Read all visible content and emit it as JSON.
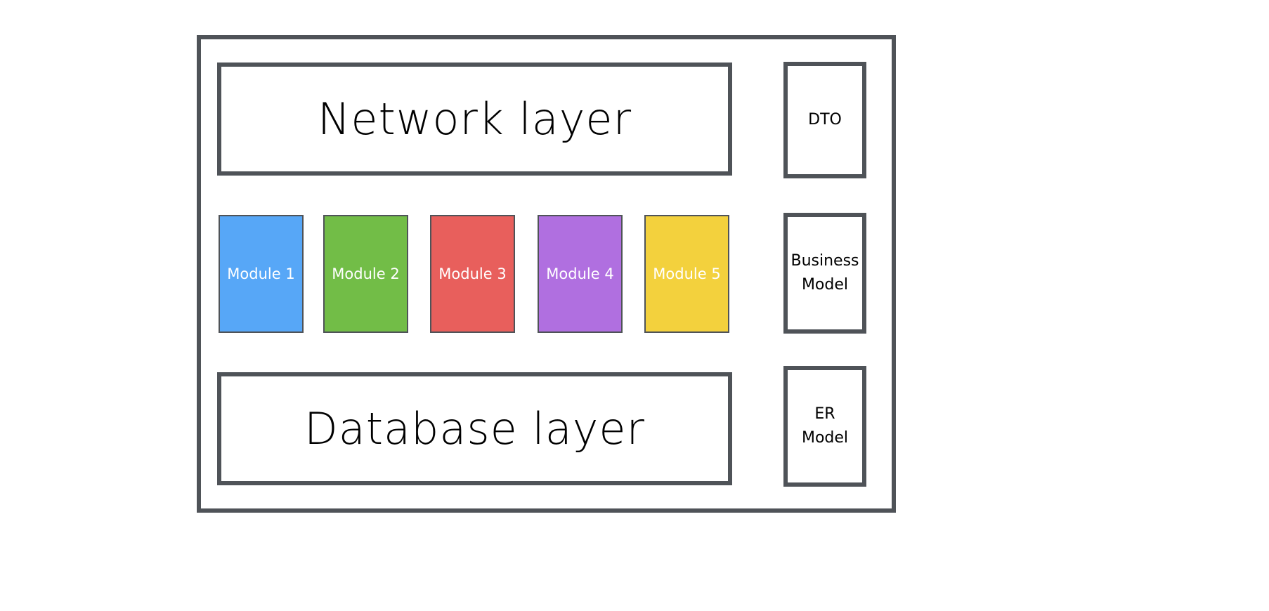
{
  "layers": {
    "network": "Network layer",
    "database": "Database layer"
  },
  "models": {
    "dto": "DTO",
    "business": "Business\nModel",
    "er": "ER\nModel"
  },
  "modules": [
    {
      "label": "Module 1",
      "color": "#57a7f7"
    },
    {
      "label": "Module 2",
      "color": "#72bd47"
    },
    {
      "label": "Module 3",
      "color": "#e85f5c"
    },
    {
      "label": "Module 4",
      "color": "#b06fe0"
    },
    {
      "label": "Module 5",
      "color": "#f3d13d"
    }
  ],
  "colors": {
    "border": "#4f5358",
    "module_text": "#ffffff"
  }
}
